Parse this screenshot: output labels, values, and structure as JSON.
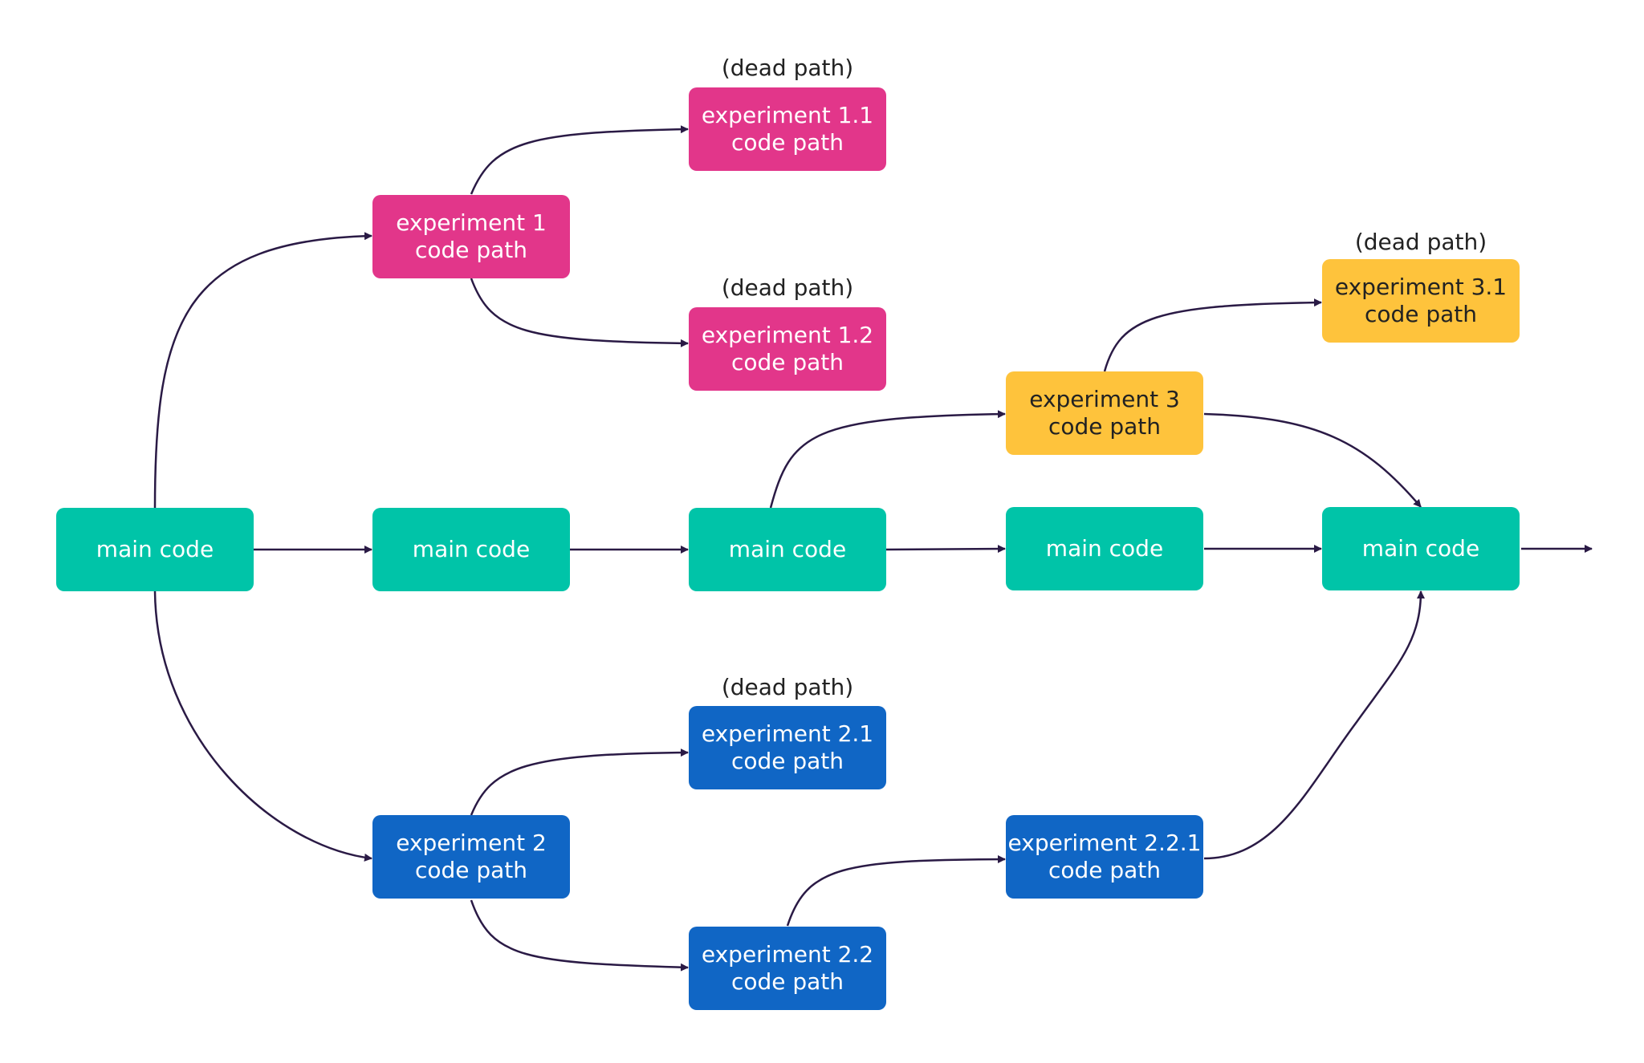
{
  "colors": {
    "main": "#00c4a8",
    "experiment1": "#e2368a",
    "experiment2": "#1066c5",
    "experiment3": "#fec33c",
    "edge": "#2a1a45"
  },
  "nodes": {
    "main1": {
      "lines": [
        "main code"
      ]
    },
    "main2": {
      "lines": [
        "main code"
      ]
    },
    "main3": {
      "lines": [
        "main code"
      ]
    },
    "main4": {
      "lines": [
        "main code"
      ]
    },
    "main5": {
      "lines": [
        "main code"
      ]
    },
    "exp1": {
      "lines": [
        "experiment 1",
        "code path"
      ]
    },
    "exp11": {
      "lines": [
        "experiment 1.1",
        "code path"
      ]
    },
    "exp12": {
      "lines": [
        "experiment 1.2",
        "code path"
      ]
    },
    "exp2": {
      "lines": [
        "experiment 2",
        "code path"
      ]
    },
    "exp21": {
      "lines": [
        "experiment 2.1",
        "code path"
      ]
    },
    "exp22": {
      "lines": [
        "experiment 2.2",
        "code path"
      ]
    },
    "exp221": {
      "lines": [
        "experiment 2.2.1",
        "code path"
      ]
    },
    "exp3": {
      "lines": [
        "experiment 3",
        "code path"
      ]
    },
    "exp31": {
      "lines": [
        "experiment 3.1",
        "code path"
      ]
    }
  },
  "dead_label": "(dead path)"
}
